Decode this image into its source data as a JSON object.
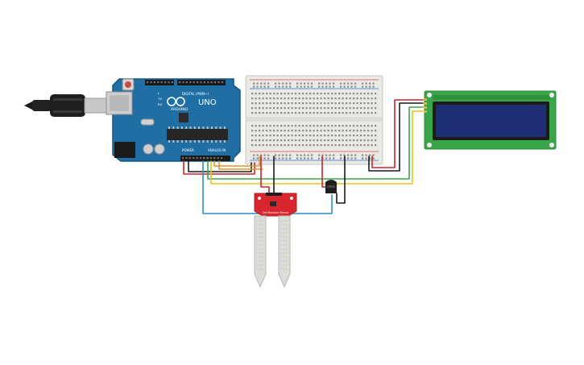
{
  "arduino": {
    "model_label": "UNO",
    "brand_label": "ARDUINO",
    "digital_label": "DIGITAL (PWM~)",
    "power_label": "POWER",
    "analog_label": "ANALOG IN",
    "tx_label": "TX",
    "rx_label": "RX",
    "led_label": "L",
    "board_color": "#1f6fa5"
  },
  "soil_sensor": {
    "label": "Soil Moisture Sensor",
    "board_color": "#d7262e"
  },
  "lcd": {
    "pcb_color": "#3aa64a",
    "screen_color": "#1f2f73"
  },
  "wire_colors": {
    "red": "#c9242a",
    "black": "#1a1a1a",
    "green": "#3aa64a",
    "yellow": "#e8c21a",
    "blue": "#2a8fc4",
    "orange": "#e2942a"
  }
}
